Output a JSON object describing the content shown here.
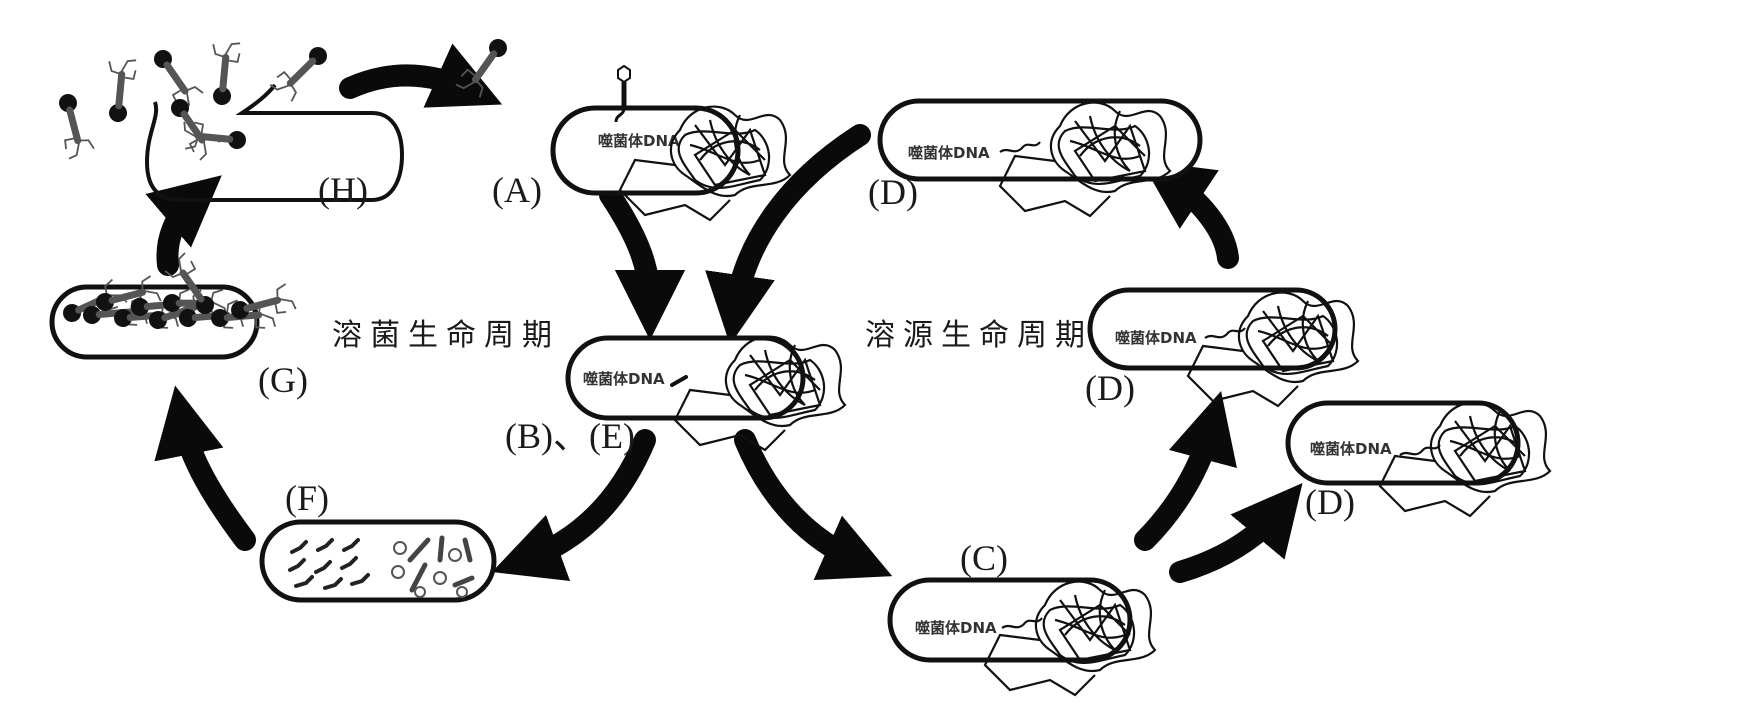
{
  "diagram": {
    "title": "噬菌体生命周期",
    "cycles": {
      "lytic": "溶菌生命周期",
      "lysogenic": "溶源生命周期"
    },
    "dna_label": "噬菌体DNA",
    "stages": {
      "A": "(A)",
      "BE": "(B)、(E)",
      "C": "(C)",
      "D1": "(D)",
      "D2": "(D)",
      "D3": "(D)",
      "F": "(F)",
      "G": "(G)",
      "H": "(H)"
    },
    "colors": {
      "ink": "#111111",
      "phage_tail": "#555555",
      "background": "#ffffff"
    }
  }
}
